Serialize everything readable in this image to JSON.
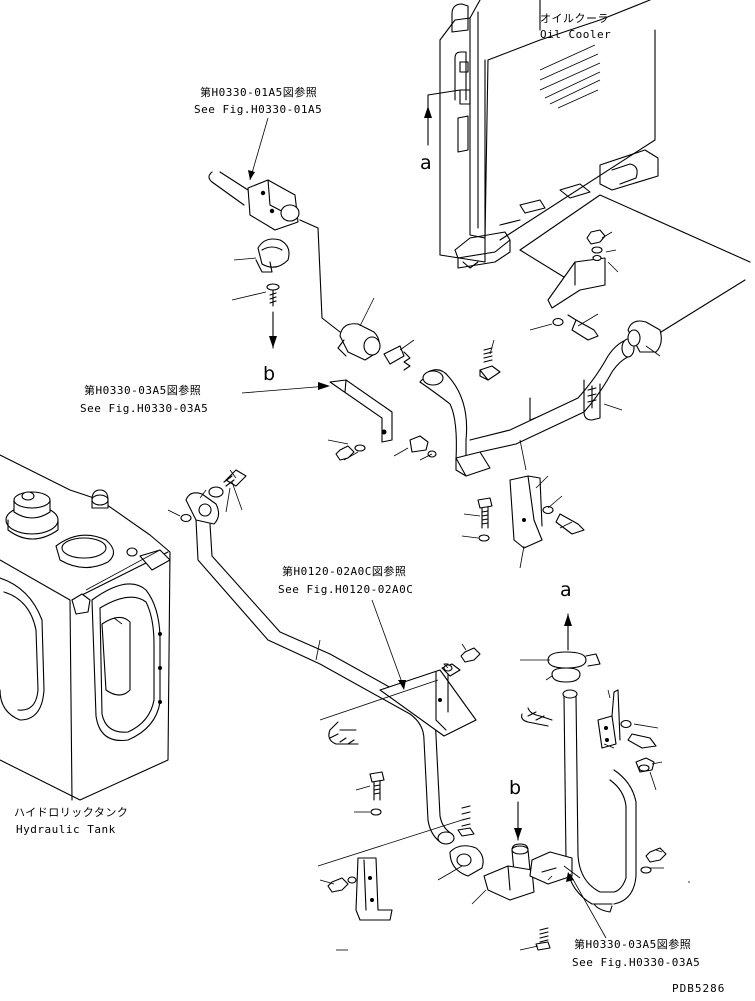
{
  "labels": {
    "oil_cooler_jp": "オイルクーラ",
    "oil_cooler_en": "Oil Cooler",
    "ref_h0330_01a5_jp": "第H0330-01A5図参照",
    "ref_h0330_01a5_en": "See Fig.H0330-01A5",
    "ref_h0330_03a5_jp": "第H0330-03A5図参照",
    "ref_h0330_03a5_en": "See Fig.H0330-03A5",
    "ref_h0120_02a0c_jp": "第H0120-02A0C図参照",
    "ref_h0120_02a0c_en": "See Fig.H0120-02A0C",
    "ref_h0330_03a5_bottom_jp": "第H0330-03A5図参照",
    "ref_h0330_03a5_bottom_en": "See Fig.H0330-03A5",
    "hydraulic_tank_jp": "ハイドロリックタンク",
    "hydraulic_tank_en": "Hydraulic Tank"
  },
  "letters": {
    "a_top": "a",
    "b_left": "b",
    "a_right": "a",
    "b_bottom": "b"
  },
  "drawing_code": "PDB5286"
}
